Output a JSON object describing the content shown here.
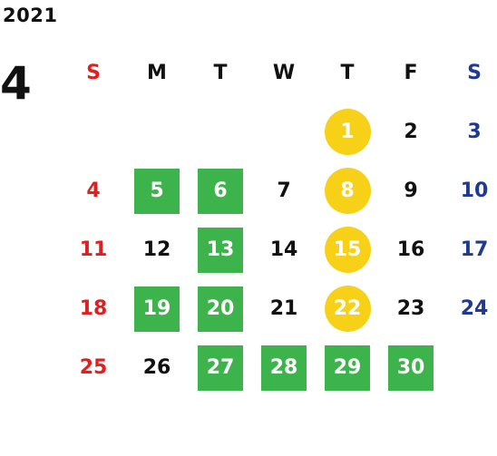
{
  "year": "2021",
  "month": "4",
  "colors": {
    "sunday": "#e02020",
    "saturday": "#1f3a93",
    "weekday": "#111111",
    "highlight_green": "#3cb44b",
    "highlight_yellow": "#f7d117",
    "marked_text": "#ffffff"
  },
  "weekdays": [
    {
      "label": "S",
      "kind": "sunday"
    },
    {
      "label": "M",
      "kind": "weekday"
    },
    {
      "label": "T",
      "kind": "weekday"
    },
    {
      "label": "W",
      "kind": "weekday"
    },
    {
      "label": "T",
      "kind": "weekday"
    },
    {
      "label": "F",
      "kind": "weekday"
    },
    {
      "label": "S",
      "kind": "saturday"
    }
  ],
  "weeks": [
    [
      null,
      null,
      null,
      null,
      {
        "day": "1",
        "mark": "yellow"
      },
      {
        "day": "2",
        "mark": ""
      },
      {
        "day": "3",
        "mark": ""
      }
    ],
    [
      {
        "day": "4",
        "mark": ""
      },
      {
        "day": "5",
        "mark": "green"
      },
      {
        "day": "6",
        "mark": "green"
      },
      {
        "day": "7",
        "mark": ""
      },
      {
        "day": "8",
        "mark": "yellow"
      },
      {
        "day": "9",
        "mark": ""
      },
      {
        "day": "10",
        "mark": ""
      }
    ],
    [
      {
        "day": "11",
        "mark": ""
      },
      {
        "day": "12",
        "mark": ""
      },
      {
        "day": "13",
        "mark": "green"
      },
      {
        "day": "14",
        "mark": ""
      },
      {
        "day": "15",
        "mark": "yellow"
      },
      {
        "day": "16",
        "mark": ""
      },
      {
        "day": "17",
        "mark": ""
      }
    ],
    [
      {
        "day": "18",
        "mark": ""
      },
      {
        "day": "19",
        "mark": "green"
      },
      {
        "day": "20",
        "mark": "green"
      },
      {
        "day": "21",
        "mark": ""
      },
      {
        "day": "22",
        "mark": "yellow"
      },
      {
        "day": "23",
        "mark": ""
      },
      {
        "day": "24",
        "mark": ""
      }
    ],
    [
      {
        "day": "25",
        "mark": ""
      },
      {
        "day": "26",
        "mark": ""
      },
      {
        "day": "27",
        "mark": "green"
      },
      {
        "day": "28",
        "mark": "green"
      },
      {
        "day": "29",
        "mark": "green"
      },
      {
        "day": "30",
        "mark": "green"
      },
      null
    ]
  ]
}
